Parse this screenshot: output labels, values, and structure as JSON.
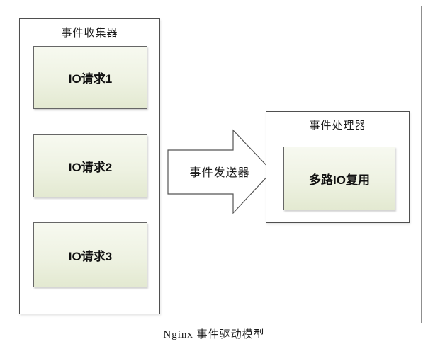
{
  "diagram": {
    "caption": "Nginx 事件驱动模型",
    "collector": {
      "title": "事件收集器",
      "items": [
        "IO请求1",
        "IO请求2",
        "IO请求3"
      ]
    },
    "sender": {
      "label": "事件发送器"
    },
    "processor": {
      "title": "事件处理器",
      "item": "多路IO复用"
    },
    "colors": {
      "outer_frame_border": "#8f8f8f",
      "group_border": "#4f4f4f",
      "box_border": "#666666",
      "box_gradient_top": "#f7f9f0",
      "box_gradient_bottom": "#e3e9d1",
      "arrow_fill": "#ffffff",
      "arrow_stroke": "#555555",
      "text": "#1c1c1c",
      "background": "#ffffff"
    }
  }
}
